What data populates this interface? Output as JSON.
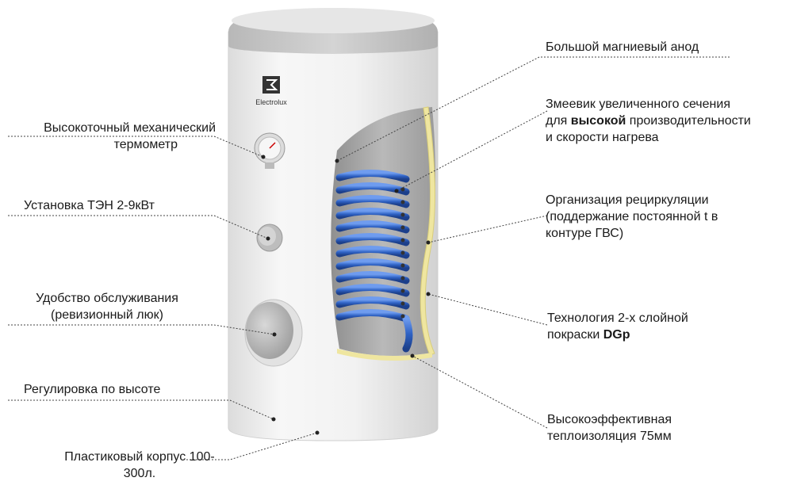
{
  "brand": {
    "name": "Electrolux"
  },
  "colors": {
    "tank_body": "#f0f0f0",
    "lid": "#c8c8c8",
    "coil": "#3a6fd0",
    "insulation": "#efe6a0",
    "leader_line": "#444444"
  },
  "left_labels": {
    "thermometer": [
      "Высокоточный механический",
      "термометр"
    ],
    "heater": "Установка ТЭН 2-9кВт",
    "service": [
      "Удобство обслуживания",
      "(ревизионный люк)"
    ],
    "height": "Регулировка по высоте",
    "body": [
      "Пластиковый корпус 100-",
      "300л."
    ]
  },
  "right_labels": {
    "anode": "Большой магниевый анод",
    "coil": {
      "line1": "Змеевик увеличенного сечения",
      "line2_pre": "для ",
      "line2_bold": "высокой",
      "line2_post": " производительности",
      "line3": "и скорости нагрева"
    },
    "recirc": [
      "Организация рециркуляции",
      "(поддержание постоянной t в",
      "контуре ГВС)"
    ],
    "coating": {
      "line1": "Технология 2-х слойной",
      "line2_pre": "покраски ",
      "line2_bold": "DGp"
    },
    "insulation": [
      "Высокоэффективная",
      "теплоизоляция 75мм"
    ]
  }
}
